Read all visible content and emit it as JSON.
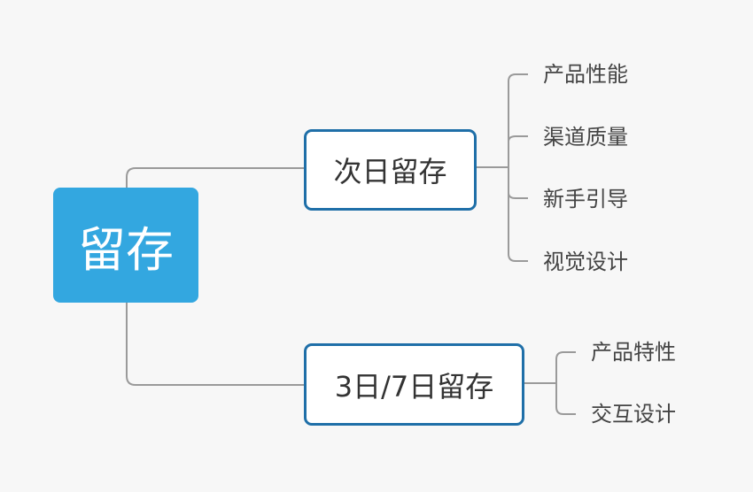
{
  "root": {
    "label": "留存"
  },
  "branches": [
    {
      "label": "次日留存",
      "children": [
        "产品性能",
        "渠道质量",
        "新手引导",
        "视觉设计"
      ]
    },
    {
      "label": "3日/7日留存",
      "children": [
        "产品特性",
        "交互设计"
      ]
    }
  ]
}
